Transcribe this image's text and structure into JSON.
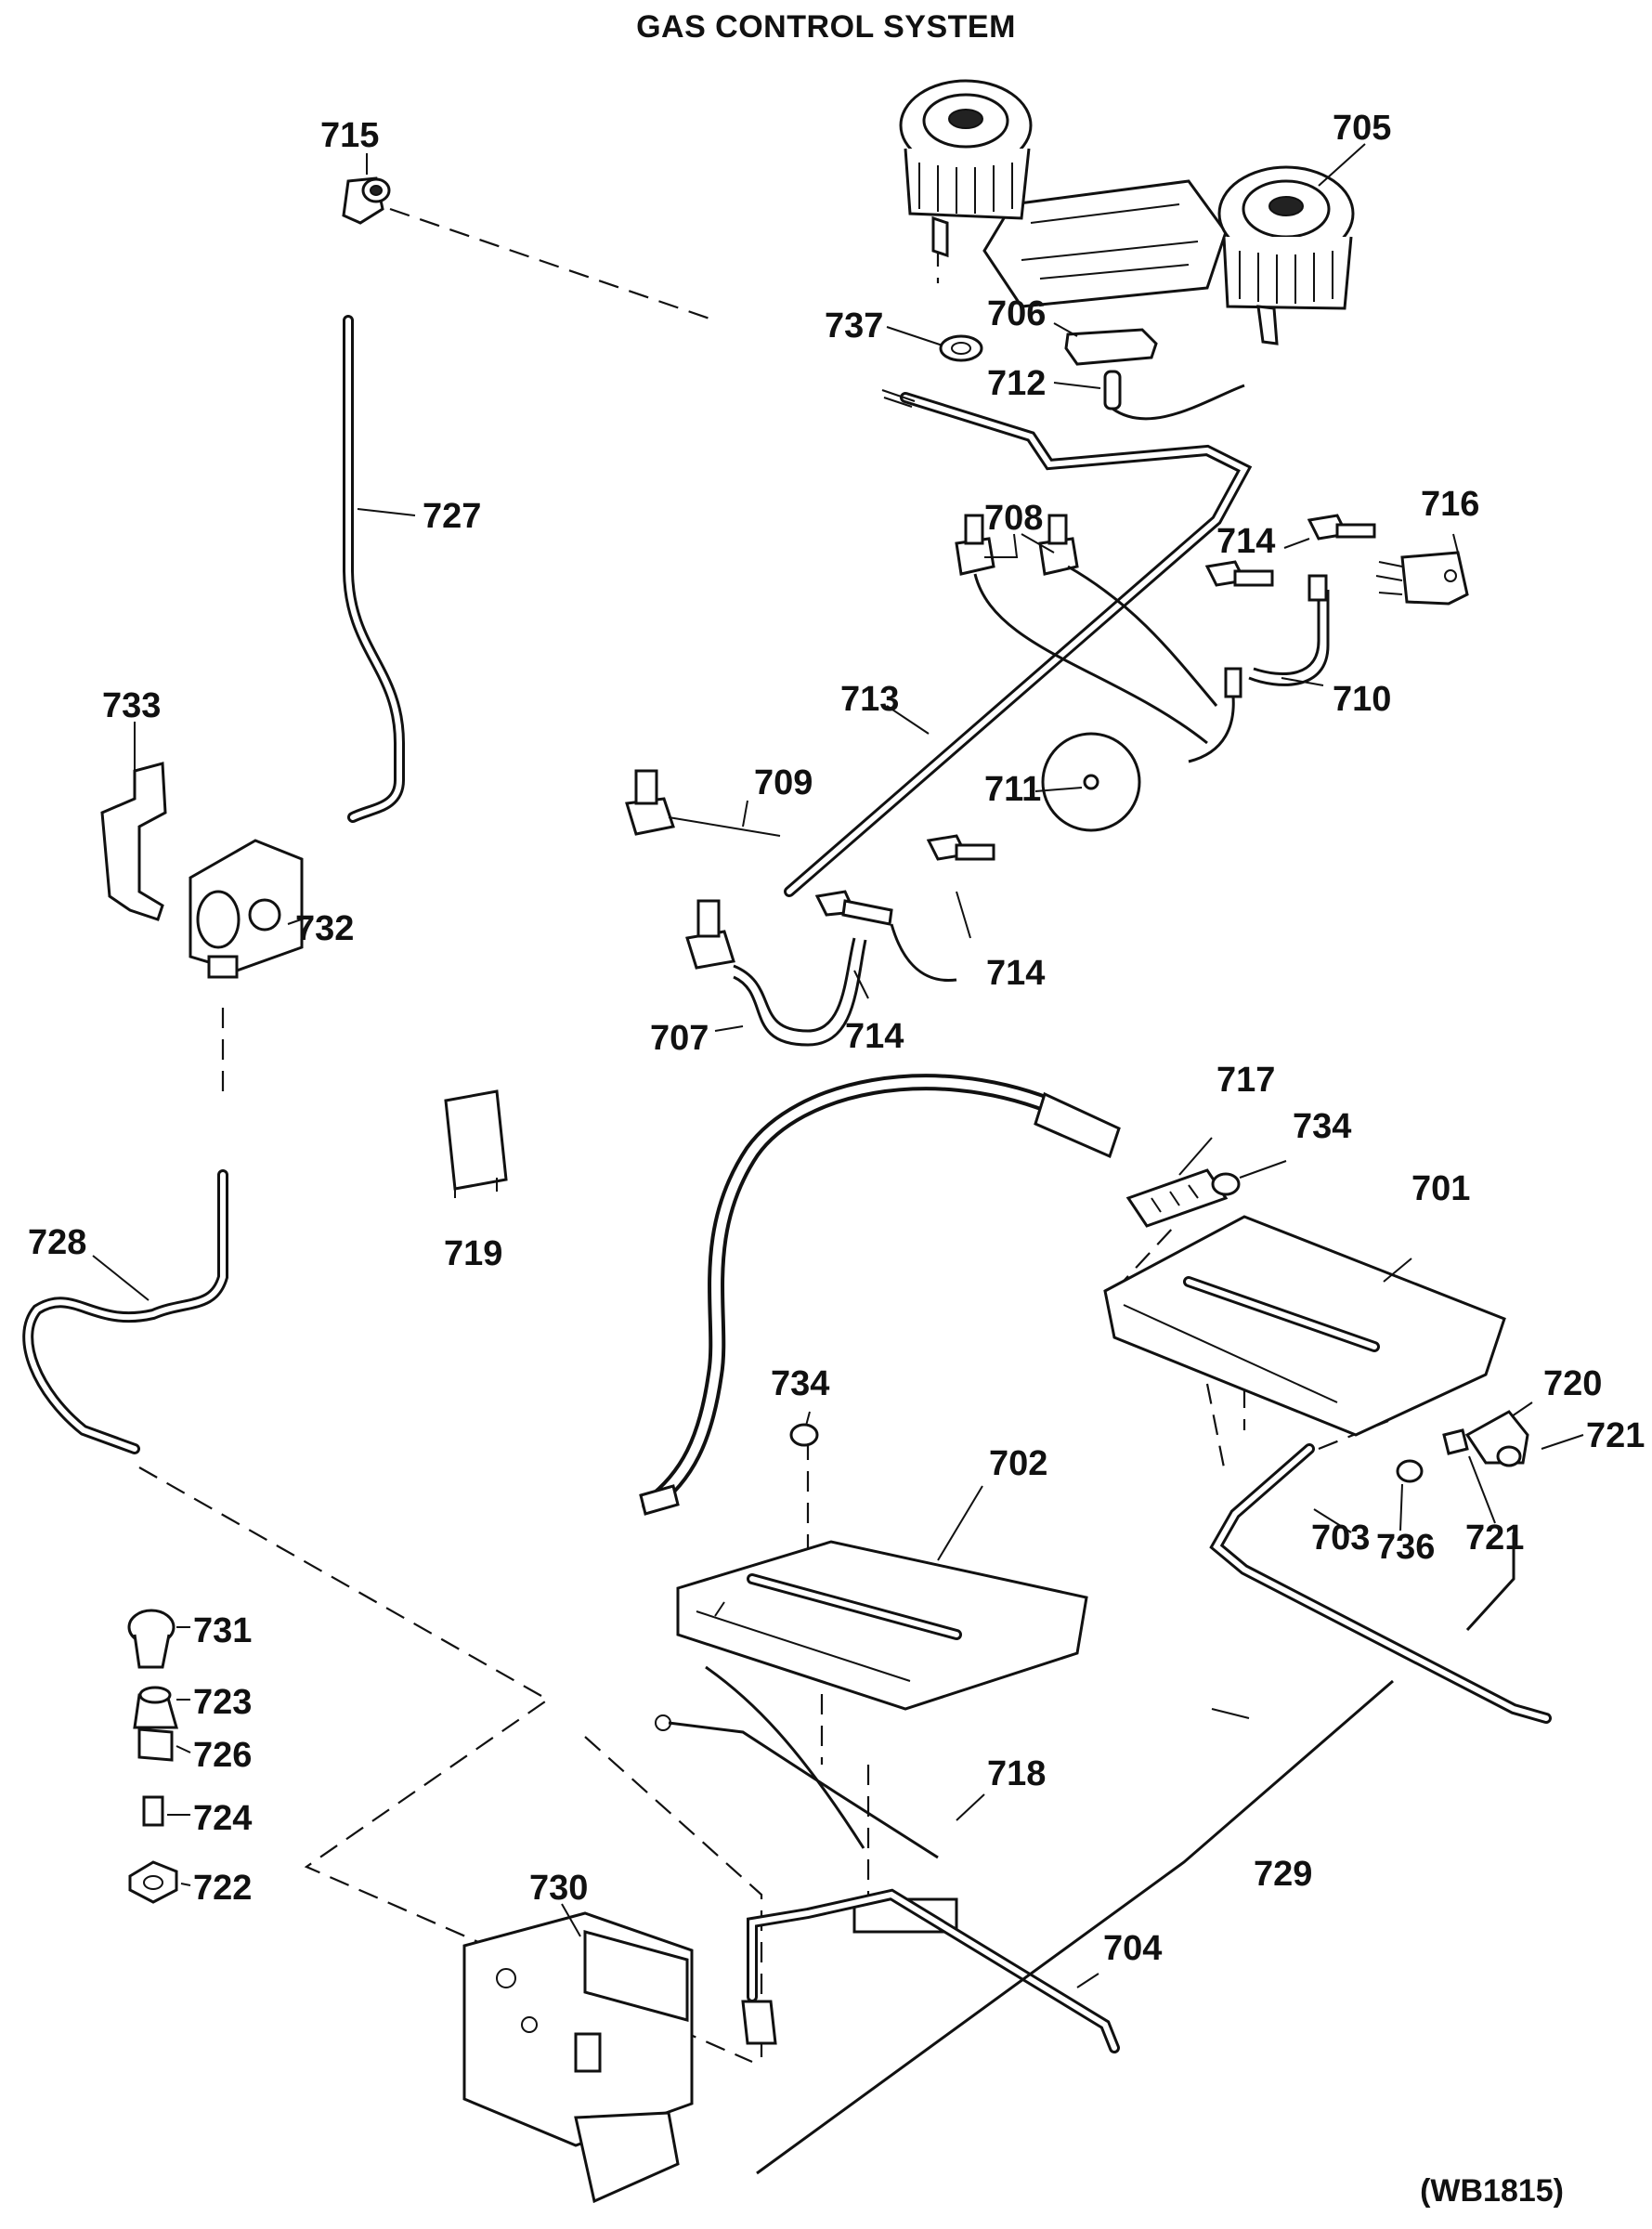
{
  "title": "GAS CONTROL SYSTEM",
  "drawing_code": "(WB1815)",
  "callouts": {
    "c701": "701",
    "c702": "702",
    "c703": "703",
    "c704": "704",
    "c705": "705",
    "c706": "706",
    "c707": "707",
    "c708": "708",
    "c709": "709",
    "c710": "710",
    "c711": "711",
    "c712": "712",
    "c713": "713",
    "c714a": "714",
    "c714b": "714",
    "c714c": "714",
    "c715": "715",
    "c716": "716",
    "c717": "717",
    "c718": "718",
    "c719": "719",
    "c720": "720",
    "c721a": "721",
    "c721b": "721",
    "c722": "722",
    "c723": "723",
    "c724": "724",
    "c726": "726",
    "c727": "727",
    "c728": "728",
    "c729": "729",
    "c730": "730",
    "c731": "731",
    "c732": "732",
    "c733": "733",
    "c734a": "734",
    "c734b": "734",
    "c736": "736",
    "c737": "737"
  }
}
